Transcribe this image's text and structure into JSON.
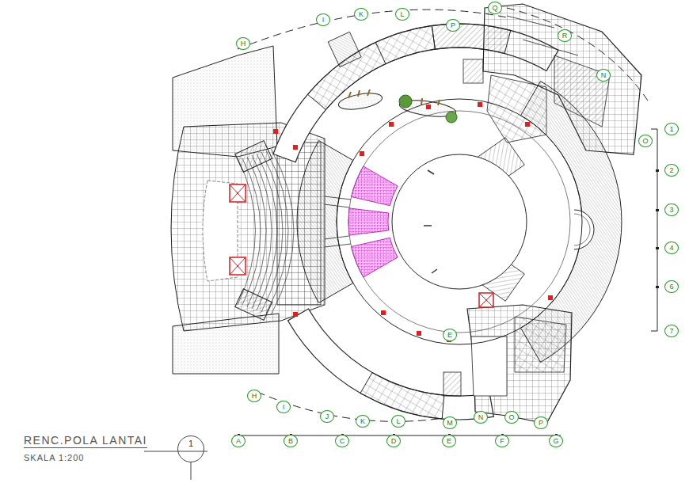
{
  "diagram": {
    "title": "RENC.POLA LANTAI",
    "nodes": [
      {
        "text": [
          "1"
        ]
      }
    ],
    "labels": [
      "SKALA 1:200",
      "H",
      "I",
      "K",
      "L",
      "P",
      "Q",
      "R",
      "N",
      "O",
      "H",
      "I",
      "J",
      "K",
      "L",
      "M",
      "N",
      "O",
      "P",
      "A",
      "B",
      "C",
      "D",
      "E",
      "F",
      "G",
      "1",
      "2",
      "3",
      "4",
      "6",
      "7",
      "E"
    ]
  }
}
